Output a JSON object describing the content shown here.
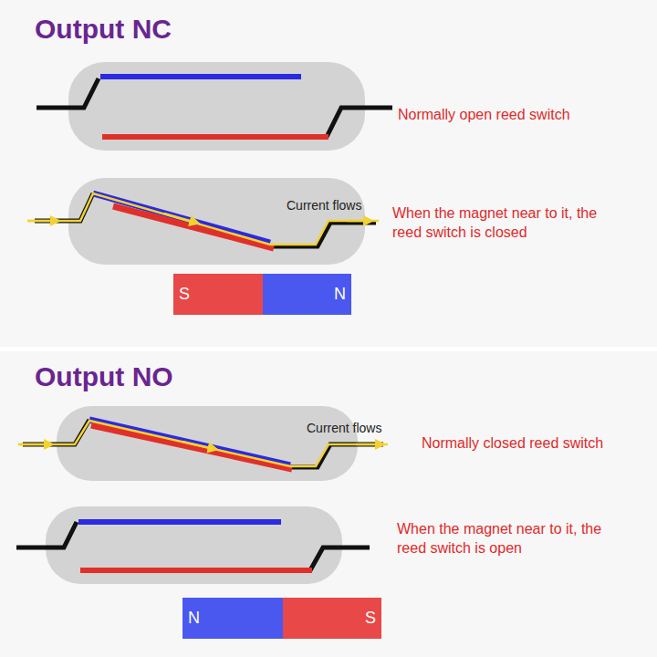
{
  "diagram": {
    "nodes": [
      {
        "text": [
          "S"
        ]
      },
      {
        "text": [
          "N"
        ]
      },
      {
        "text": [
          "N"
        ]
      },
      {
        "text": [
          "S"
        ]
      }
    ],
    "labels": [
      "Output NC",
      "Normally open reed switch",
      "Current flows",
      "When the magnet near to it, the reed switch is closed",
      "Output NO",
      "Current flows",
      "Normally closed reed switch",
      "When the magnet near to it, the reed switch is open"
    ]
  }
}
